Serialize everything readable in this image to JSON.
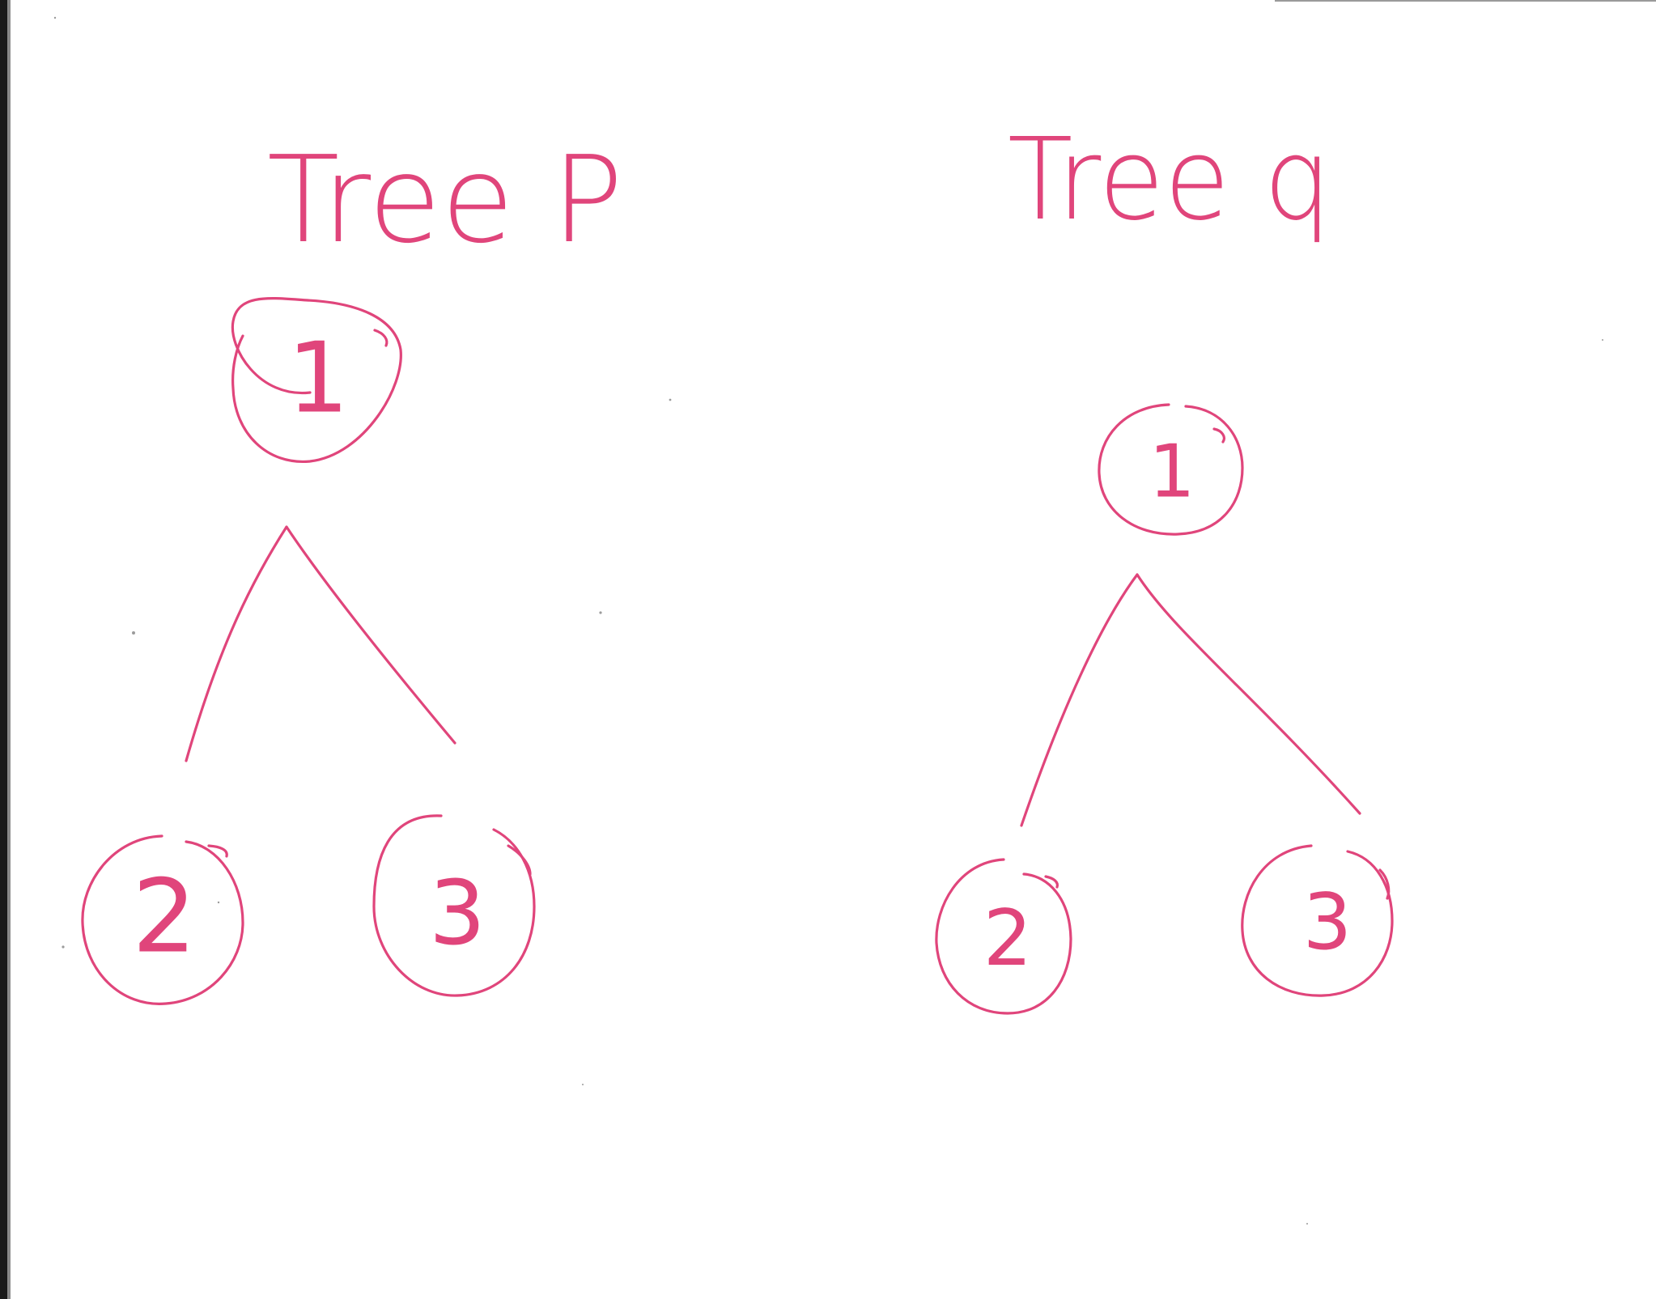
{
  "ink_color": "#e0457b",
  "trees": [
    {
      "title": "Tree P",
      "nodes": [
        {
          "id": "p-root",
          "label": "1"
        },
        {
          "id": "p-left",
          "label": "2"
        },
        {
          "id": "p-right",
          "label": "3"
        }
      ],
      "edges": [
        [
          "p-root",
          "p-left"
        ],
        [
          "p-root",
          "p-right"
        ]
      ]
    },
    {
      "title": "Tree q",
      "nodes": [
        {
          "id": "q-root",
          "label": "1"
        },
        {
          "id": "q-left",
          "label": "2"
        },
        {
          "id": "q-right",
          "label": "3"
        }
      ],
      "edges": [
        [
          "q-root",
          "q-left"
        ],
        [
          "q-root",
          "q-right"
        ]
      ]
    }
  ]
}
